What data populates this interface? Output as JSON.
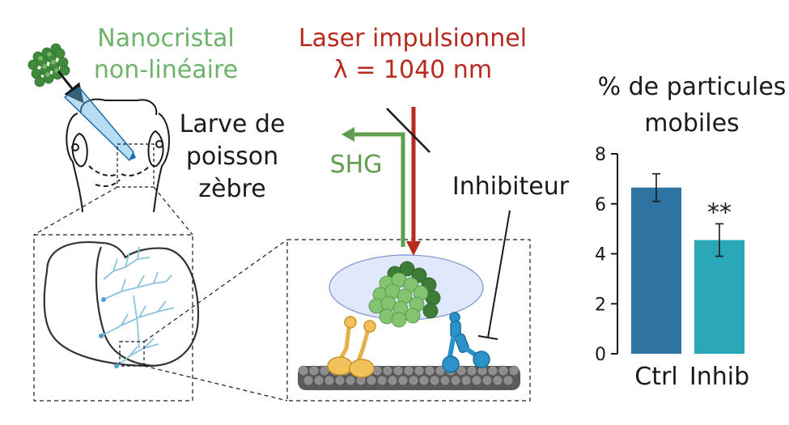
{
  "labels": {
    "nanocrystal_line1": "Nanocristal",
    "nanocrystal_line2": "non-linéaire",
    "laser_line1": "Laser impulsionnel",
    "laser_line2": "λ = 1040 nm",
    "larva_line1": "Larve de",
    "larva_line2": "poisson",
    "larva_line3": "zèbre",
    "shg": "SHG",
    "inhibitor": "Inhibiteur"
  },
  "colors": {
    "green_label": "#6db36b",
    "laser_red": "#b82a1e",
    "shg_green": "#5e9e4e",
    "pipette_blue": "#5fb3e3",
    "neuron_blue": "#8cc3dc",
    "motor_yellow": "#f2c25a",
    "motor_blue": "#2b93c9",
    "ctrl_bar": "#2f73a3",
    "inhib_bar": "#2aa8b8",
    "focus_ellipse": "#dfe9fb"
  },
  "chart_data": {
    "type": "bar",
    "title_line1": "% de particules",
    "title_line2": "mobiles",
    "categories": [
      "Ctrl",
      "Inhib"
    ],
    "values": [
      6.65,
      4.55
    ],
    "errors": [
      0.55,
      0.65
    ],
    "significance": [
      "",
      "**"
    ],
    "yticks": [
      0,
      2,
      4,
      6,
      8
    ],
    "ylim": [
      0,
      8
    ],
    "colors": [
      "#2f73a3",
      "#2aa8b8"
    ]
  }
}
